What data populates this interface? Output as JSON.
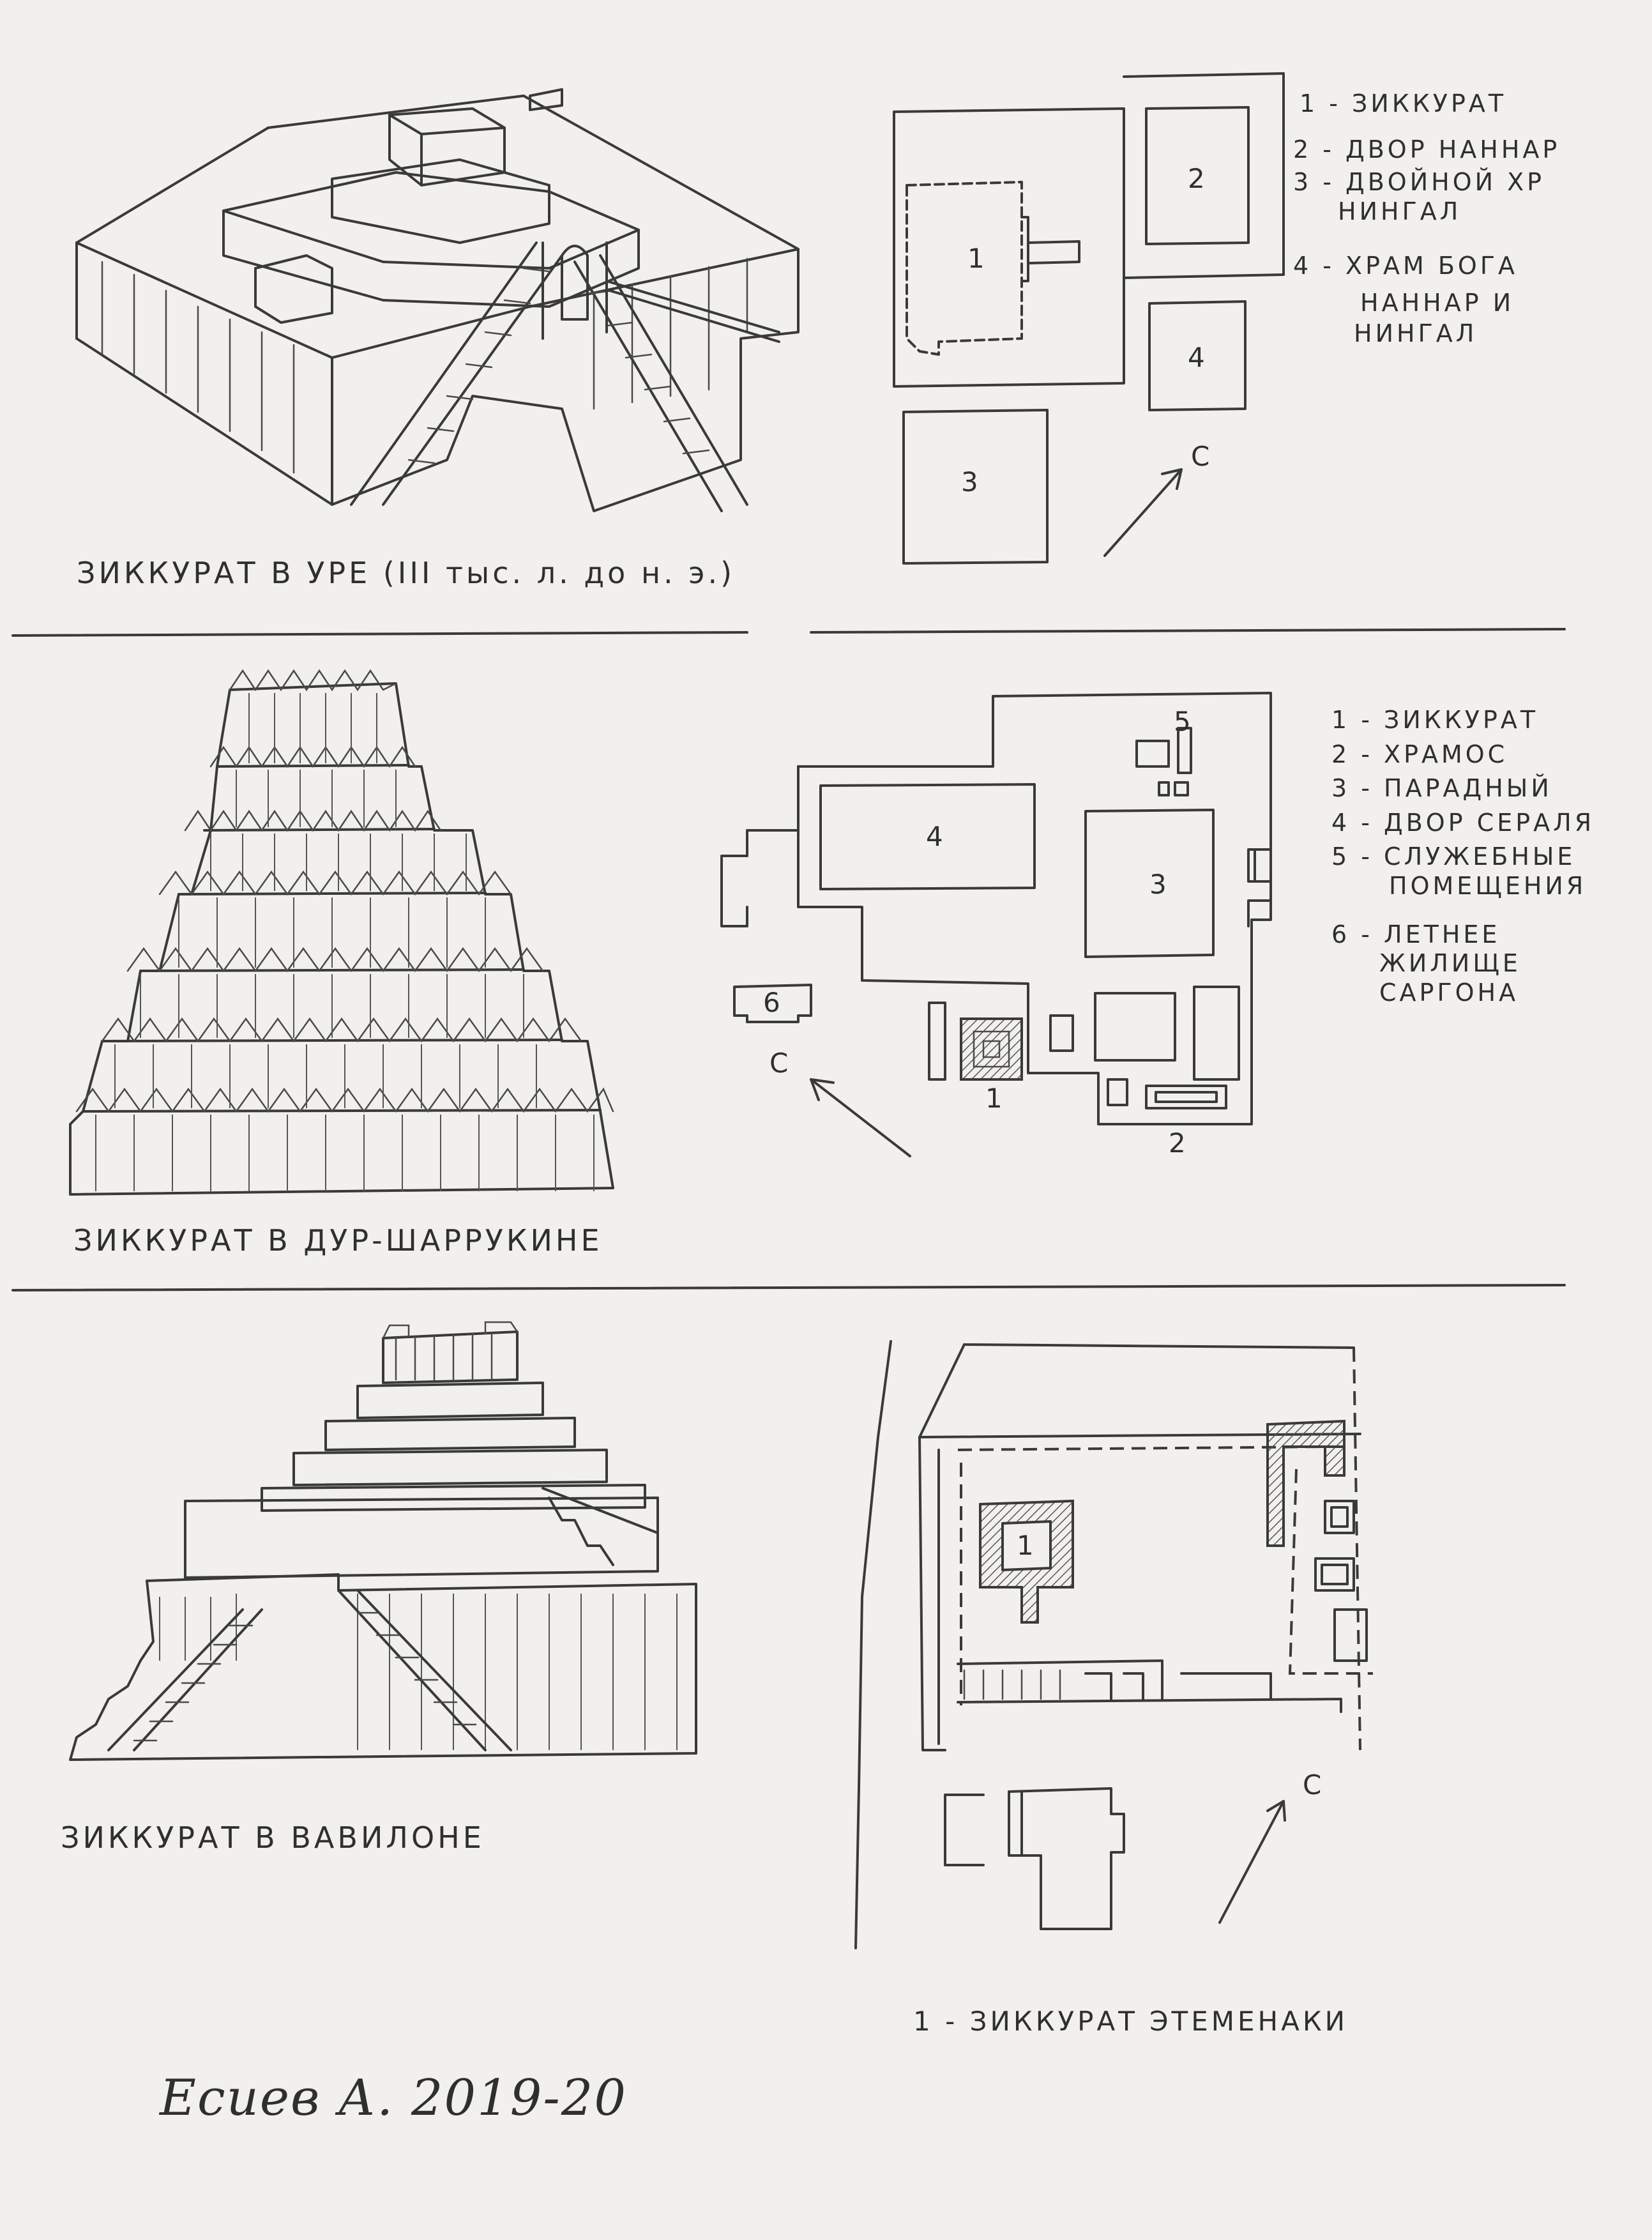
{
  "sections": [
    {
      "caption": "ЗИККУРАТ В УРЕ (III тыс. л. до н. э.)",
      "plan_labels": [
        "1",
        "2",
        "3",
        "4"
      ],
      "north": "С",
      "legend": [
        "1 - ЗИККУРАТ",
        "2 - ДВОР НАННАР",
        "3 - ДВОЙНОЙ ХР",
        "НИНГАЛ",
        "4 - ХРАМ БОГА",
        "НАННАР И",
        "НИНГАЛ"
      ]
    },
    {
      "caption": "ЗИККУРАТ В ДУР-ШАРРУКИНЕ",
      "plan_labels": [
        "5",
        "4",
        "3",
        "6",
        "1",
        "2"
      ],
      "north": "С",
      "legend": [
        "1 - ЗИККУРАТ",
        "2 - ХРАМОС",
        "3 - ПАРАДНЫЙ",
        "4 - ДВОР СЕРАЛЯ",
        "5 - СЛУЖЕБНЫЕ",
        "ПОМЕЩЕНИЯ",
        "6 - ЛЕТНЕЕ",
        "ЖИЛИЩЕ",
        "САРГОНА"
      ]
    },
    {
      "caption": "ЗИККУРАТ В ВАВИЛОНЕ",
      "plan_labels": [
        "1"
      ],
      "north": "С",
      "legend": [
        "1 - ЗИККУРАТ ЭТЕМЕНАКИ"
      ]
    }
  ],
  "signature": "Есиев А. 2019-20"
}
